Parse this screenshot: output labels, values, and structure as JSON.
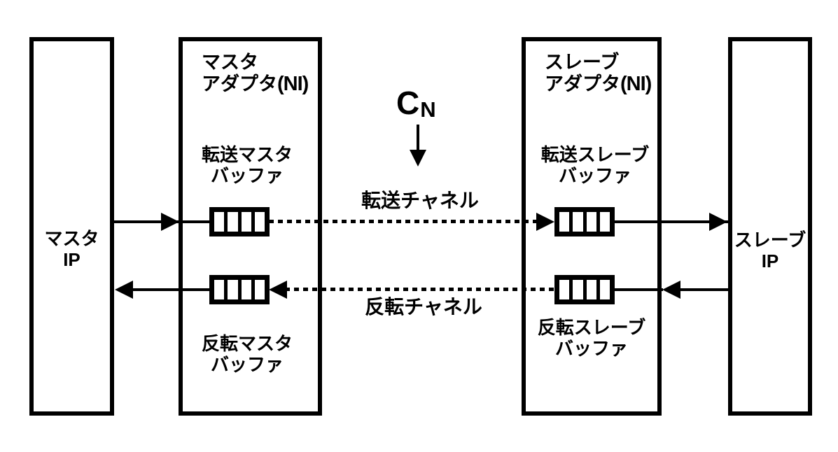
{
  "figure": {
    "master_ip": {
      "line1": "マスタ",
      "line2": "IP"
    },
    "master_adapter": {
      "title_line1": "マスタ",
      "title_line2": "アダプタ",
      "title_ni": "(NI)",
      "transfer_buffer": {
        "line1": "転送マスタ",
        "line2": "バッファ"
      },
      "reverse_buffer": {
        "line1": "反転マスタ",
        "line2": "バッファ"
      }
    },
    "slave_adapter": {
      "title_line1": "スレーブ",
      "title_line2": "アダプタ",
      "title_ni": "(NI)",
      "transfer_buffer": {
        "line1": "転送スレーブ",
        "line2": "バッファ"
      },
      "reverse_buffer": {
        "line1": "反転スレーブ",
        "line2": "バッファ"
      }
    },
    "slave_ip": {
      "line1": "スレーブ",
      "line2": "IP"
    },
    "network_label": {
      "main": "C",
      "sub": "N"
    },
    "channel_labels": {
      "transfer": "転送チャネル",
      "reverse": "反転チャネル"
    },
    "colors": {
      "stroke": "#000000",
      "background": "#ffffff"
    }
  }
}
